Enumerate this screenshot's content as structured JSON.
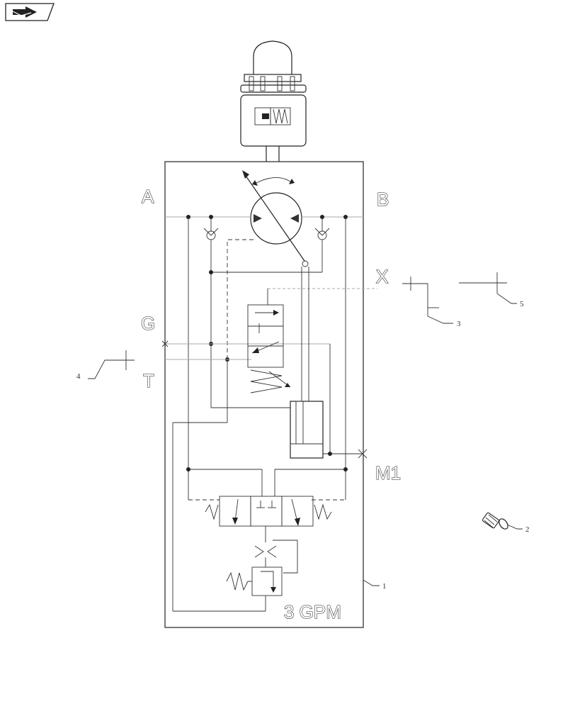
{
  "ports": {
    "a": "A",
    "b": "B",
    "x": "X",
    "g": "G",
    "t": "T",
    "m1": "M1"
  },
  "flow_rating": "3 GPM",
  "callouts": {
    "c1": "1",
    "c2": "2",
    "c3": "3",
    "c4": "4",
    "c5": "5"
  },
  "icons": {
    "nav": "next-page-arrow-icon"
  }
}
